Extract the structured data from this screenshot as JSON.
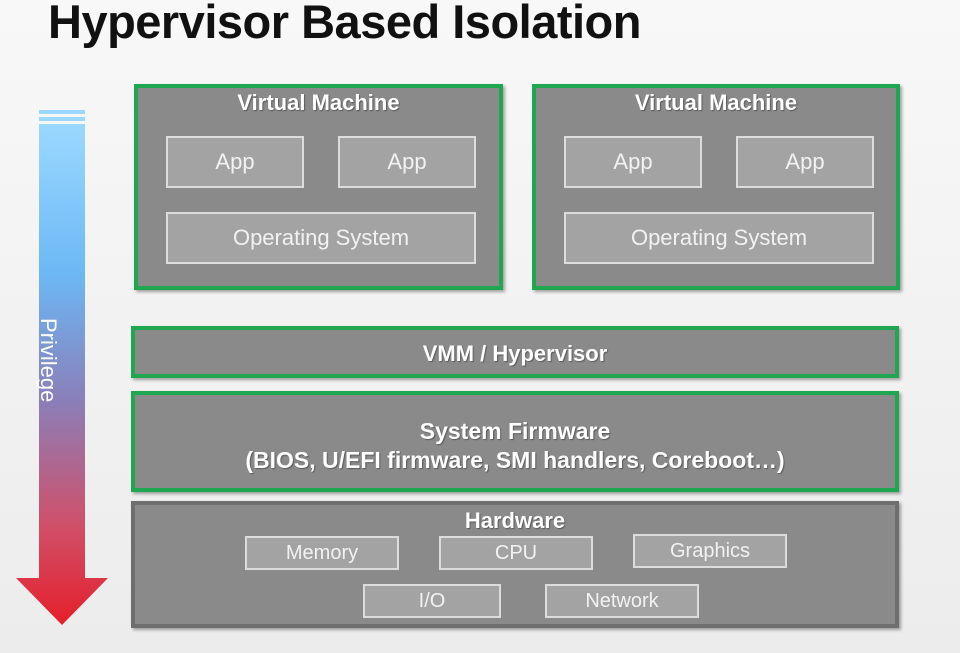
{
  "title": "Hypervisor Based Isolation",
  "privilege_label": "Privilege",
  "virtual_machines": [
    {
      "title": "Virtual Machine",
      "apps": [
        "App",
        "App"
      ],
      "os": "Operating System"
    },
    {
      "title": "Virtual Machine",
      "apps": [
        "App",
        "App"
      ],
      "os": "Operating System"
    }
  ],
  "vmm": {
    "label": "VMM / Hypervisor"
  },
  "firmware": {
    "line1": "System Firmware",
    "line2": "(BIOS, U/EFI firmware, SMI handlers, Coreboot…)"
  },
  "hardware": {
    "title": "Hardware",
    "components": {
      "memory": "Memory",
      "cpu": "CPU",
      "graphics": "Graphics",
      "io": "I/O",
      "network": "Network"
    }
  },
  "colors": {
    "accent_border": "#1fa650",
    "block_fill": "#8a8a8a",
    "arrow_top": "#8fd3ff",
    "arrow_mid": "#7d88c8",
    "arrow_bottom": "#e51f2b"
  }
}
